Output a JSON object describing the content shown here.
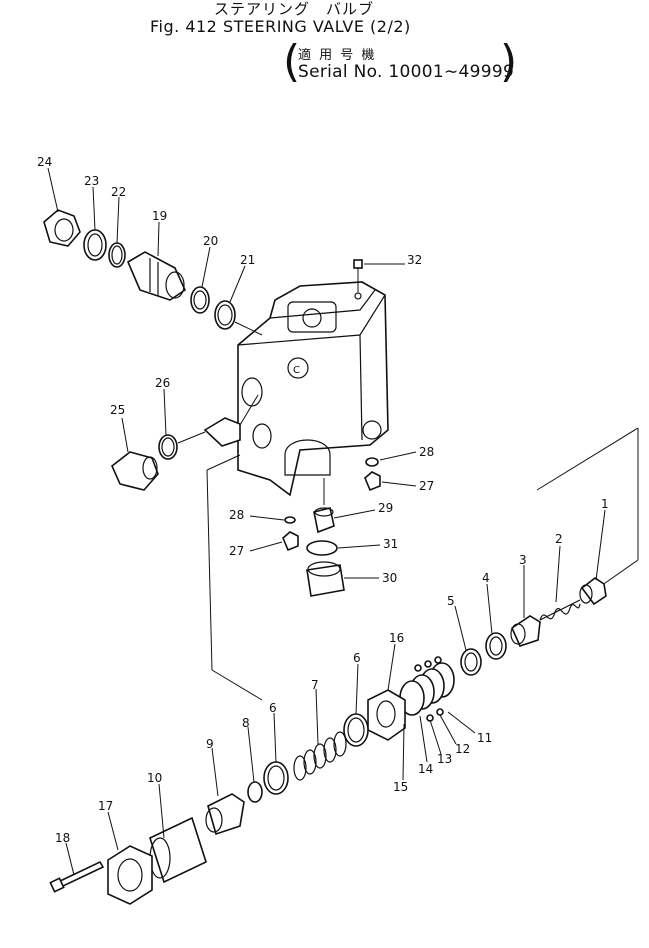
{
  "header": {
    "title_jp": "ステアリング　バルブ",
    "title_en": "Fig. 412  STEERING VALVE  (2/2)",
    "serial_jp": "適 用 号 機",
    "serial_en": "Serial No. 10001∼49999"
  },
  "callouts": {
    "c1": "1",
    "c2": "2",
    "c3": "3",
    "c4": "4",
    "c5": "5",
    "c6a": "6",
    "c6b": "6",
    "c7": "7",
    "c8": "8",
    "c9": "9",
    "c10": "10",
    "c11": "11",
    "c12": "12",
    "c13": "13",
    "c14": "14",
    "c15": "15",
    "c16": "16",
    "c17": "17",
    "c18": "18",
    "c19": "19",
    "c20": "20",
    "c21": "21",
    "c22": "22",
    "c23": "23",
    "c24": "24",
    "c25": "25",
    "c26": "26",
    "c27a": "27",
    "c27b": "27",
    "c28a": "28",
    "c28b": "28",
    "c29": "29",
    "c30": "30",
    "c31": "31",
    "c32": "32"
  }
}
